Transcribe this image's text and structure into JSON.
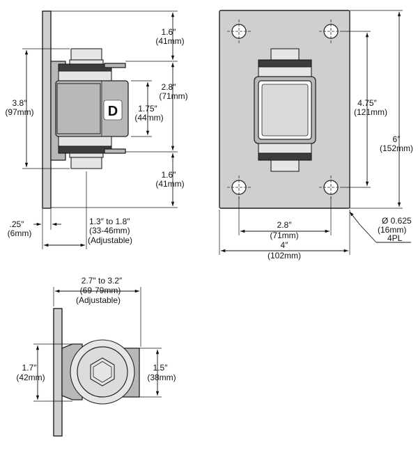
{
  "side_view": {
    "dims": {
      "top_gap": {
        "imperial": "1.6″",
        "metric": "(41mm)"
      },
      "body_height": {
        "imperial": "2.8″",
        "metric": "(71mm)"
      },
      "bottom_gap": {
        "imperial": "1.6″",
        "metric": "(41mm)"
      },
      "overall": {
        "imperial": "3.8″",
        "metric": "(97mm)"
      },
      "inner": {
        "imperial": "1.75″",
        "metric": "(44mm)"
      },
      "plate_thickness": {
        "imperial": ".25″",
        "metric": "(6mm)"
      },
      "offset": {
        "imperial": "1.3″ to 1.8″",
        "metric": "(33-46mm)",
        "note": "(Adjustable)"
      }
    },
    "logo": "D"
  },
  "front_view": {
    "dims": {
      "hole_vertical": {
        "imperial": "4.75″",
        "metric": "(121mm)"
      },
      "plate_height": {
        "imperial": "6″",
        "metric": "(152mm)"
      },
      "hole_horizontal": {
        "imperial": "2.8″",
        "metric": "(71mm)"
      },
      "plate_width": {
        "imperial": "4″",
        "metric": "(102mm)"
      },
      "hole_dia": {
        "imperial": "Ø 0.625",
        "metric": "(16mm)",
        "qty": "4PL"
      }
    }
  },
  "top_view": {
    "dims": {
      "reach": {
        "imperial": "2.7″ to 3.2″",
        "metric": "(69-79mm)",
        "note": "(Adjustable)"
      },
      "left_height": {
        "imperial": "1.7″",
        "metric": "(42mm)"
      },
      "right_height": {
        "imperial": "1.5″",
        "metric": "(38mm)"
      }
    }
  }
}
